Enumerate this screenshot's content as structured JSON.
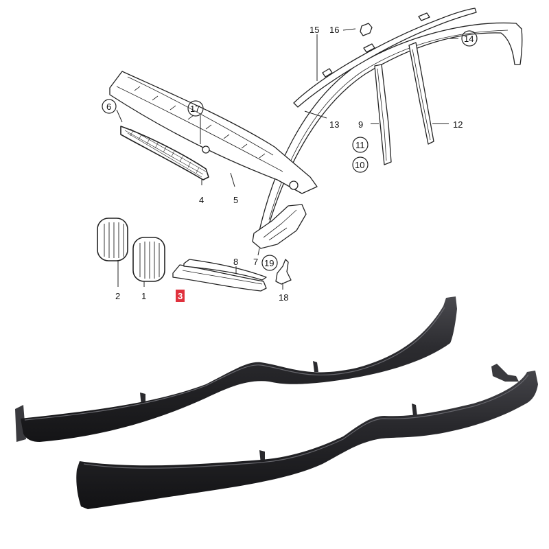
{
  "diagram": {
    "callouts": {
      "c1": "1",
      "c2": "2",
      "c3": "3",
      "c4": "4",
      "c5": "5",
      "c6": "6",
      "c7": "7",
      "c8": "8",
      "c9": "9",
      "c10": "10",
      "c11": "11",
      "c12": "12",
      "c13": "13",
      "c14": "14",
      "c15": "15",
      "c16": "16",
      "c17": "17",
      "c18": "18",
      "c19": "19"
    },
    "circled_callouts": [
      "6",
      "10",
      "11",
      "14",
      "17",
      "19"
    ],
    "highlighted_callout": "3",
    "colors": {
      "line": "#222222",
      "highlight": "#e0313d",
      "trim_dark": "#1c1c1f",
      "trim_mid": "#2c2c30",
      "trim_edge": "#4a4a4f"
    }
  }
}
